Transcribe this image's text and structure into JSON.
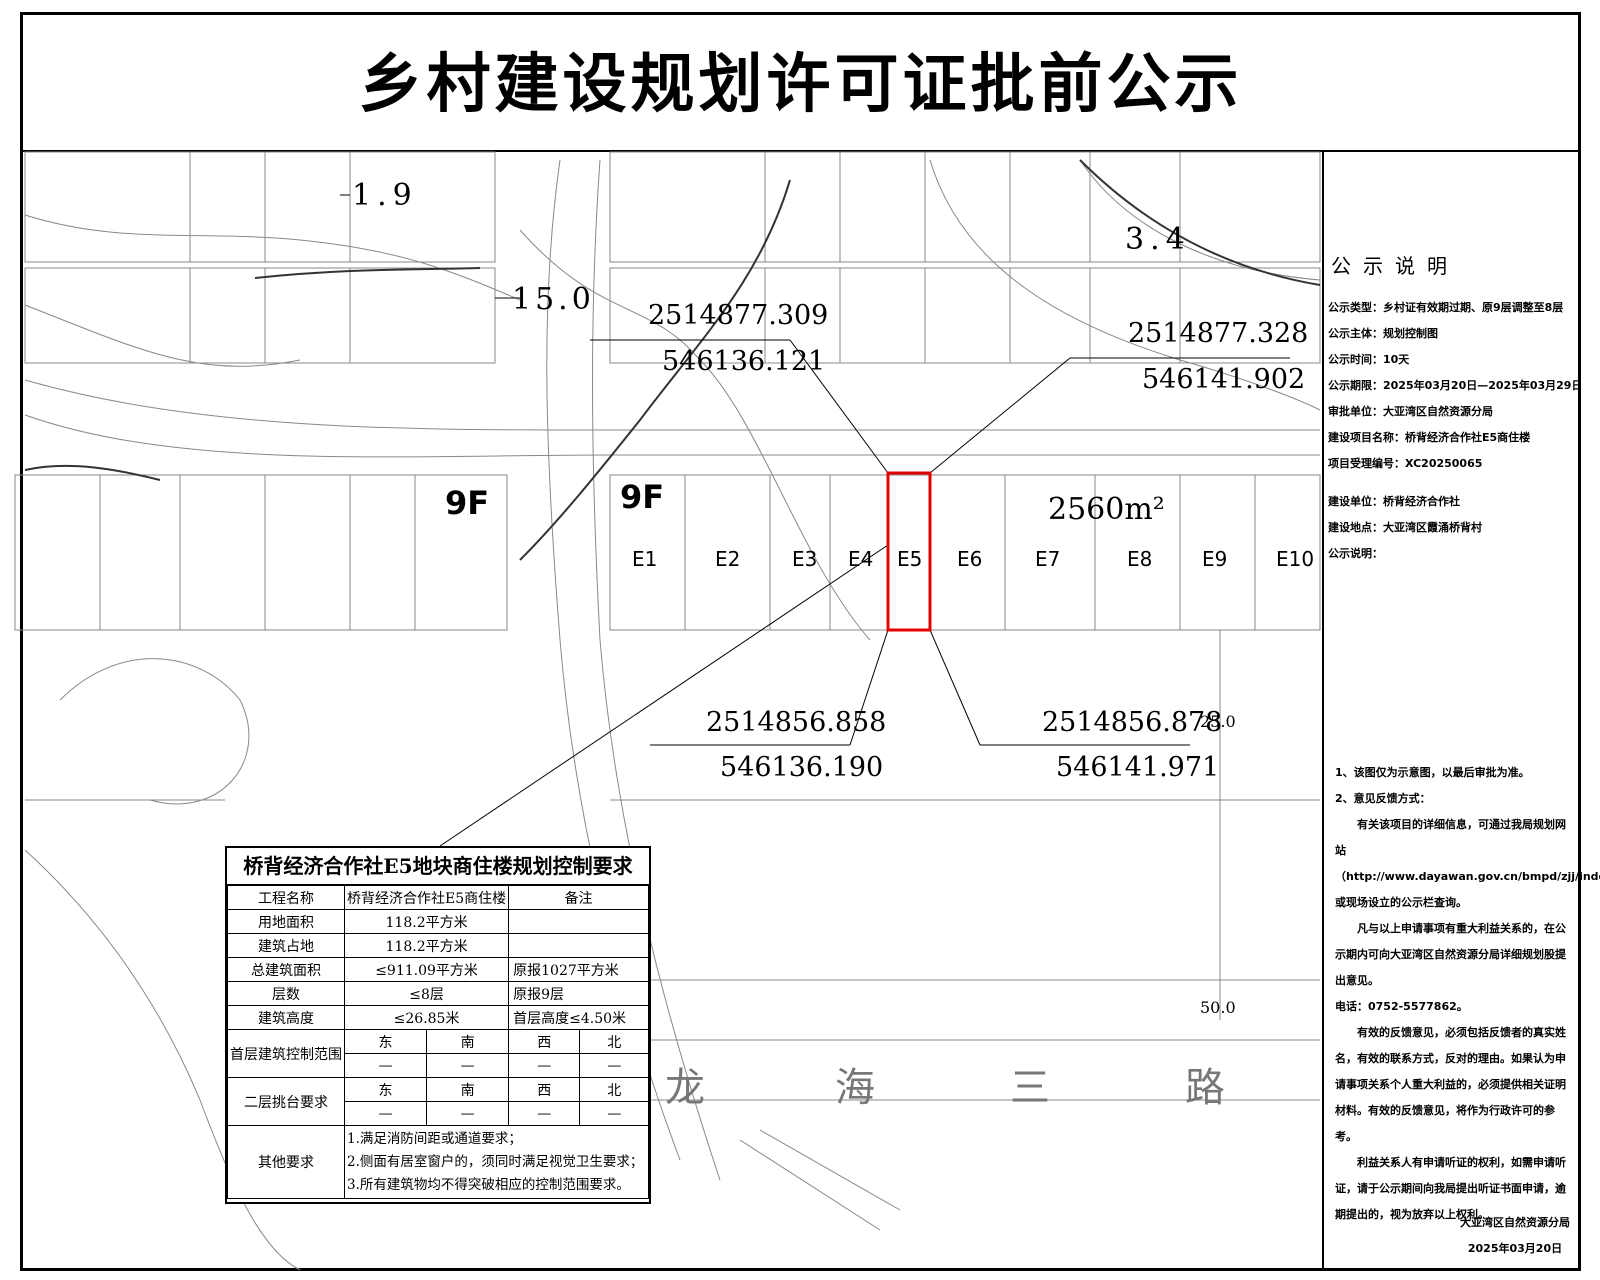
{
  "title": "乡村建设规划许可证批前公示",
  "map": {
    "dims": [
      "1.9",
      "15.0",
      "3.4",
      "25.0",
      "50.0"
    ],
    "floors": [
      "9F",
      "9F"
    ],
    "area": "2560m²",
    "lots": [
      "E1",
      "E2",
      "E3",
      "E4",
      "E5",
      "E6",
      "E7",
      "E8",
      "E9",
      "E10"
    ],
    "coords": {
      "nw_y": "2514877.309",
      "nw_x": "546136.121",
      "ne_y": "2514877.328",
      "ne_x": "546141.902",
      "sw_y": "2514856.858",
      "sw_x": "546136.190",
      "se_y": "2514856.878",
      "se_x": "546141.971"
    },
    "road": [
      "龙",
      "海",
      "三",
      "路"
    ],
    "highlight_color": "#e00000"
  },
  "side": {
    "title": "公示说明",
    "items": [
      {
        "k": "公示类型：",
        "v": "乡村证有效期过期、原9层调整至8层"
      },
      {
        "k": "公示主体：",
        "v": "规划控制图"
      },
      {
        "k": "公示时间：",
        "v": "10天"
      },
      {
        "k": "公示期限：",
        "v": "2025年03月20日—2025年03月29日"
      },
      {
        "k": "审批单位：",
        "v": "大亚湾区自然资源分局"
      },
      {
        "k": "建设项目名称：",
        "v": "桥背经济合作社E5商住楼"
      },
      {
        "k": "项目受理编号：",
        "v": "XC20250065"
      },
      {
        "k": "建设单位：",
        "v": "桥背经济合作社"
      },
      {
        "k": "建设地点：",
        "v": "大亚湾区霞涌桥背村"
      },
      {
        "k": "公示说明：",
        "v": ""
      }
    ],
    "notes": [
      "1、该图仅为示意图，以最后审批为准。",
      "2、意见反馈方式：",
      "有关该项目的详细信息，可通过我局规划网站（http://www.dayawan.gov.cn/bmpd/zjj/index.html）或现场设立的公示栏查询。",
      "凡与以上申请事项有重大利益关系的，在公示期内可向大亚湾区自然资源分局详细规划股提出意见。",
      "电话：0752-5577862。",
      "有效的反馈意见，必须包括反馈者的真实姓名，有效的联系方式，反对的理由。如果认为申请事项关系个人重大利益的，必须提供相关证明材料。有效的反馈意见，将作为行政许可的参考。",
      "利益关系人有申请听证的权利，如需申请听证，请于公示期间向我局提出听证书面申请，逾期提出的，视为放弃以上权利。"
    ],
    "sign_org": "大亚湾区自然资源分局",
    "sign_date": "2025年03月20日"
  },
  "table": {
    "title": "桥背经济合作社E5地块商住楼规划控制要求",
    "rows": [
      {
        "a": "工程名称",
        "b": "桥背经济合作社E5商住楼",
        "c": "备注"
      },
      {
        "a": "用地面积",
        "b": "118.2平方米",
        "c": ""
      },
      {
        "a": "建筑占地",
        "b": "118.2平方米",
        "c": ""
      },
      {
        "a": "总建筑面积",
        "b": "≤911.09平方米",
        "c": "原报1027平方米"
      },
      {
        "a": "层数",
        "b": "≤8层",
        "c": "原报9层"
      },
      {
        "a": "建筑高度",
        "b": "≤26.85米",
        "c": "首层高度≤4.50米"
      }
    ],
    "ground_label": "首层建筑控制范围",
    "second_label": "二层挑台要求",
    "dirs": [
      "东",
      "南",
      "西",
      "北"
    ],
    "dash": "—",
    "other_label": "其他要求",
    "other": [
      "1.满足消防间距或通道要求；",
      "2.侧面有居室窗户的，须同时满足视觉卫生要求；",
      "3.所有建筑物均不得突破相应的控制范围要求。"
    ]
  }
}
